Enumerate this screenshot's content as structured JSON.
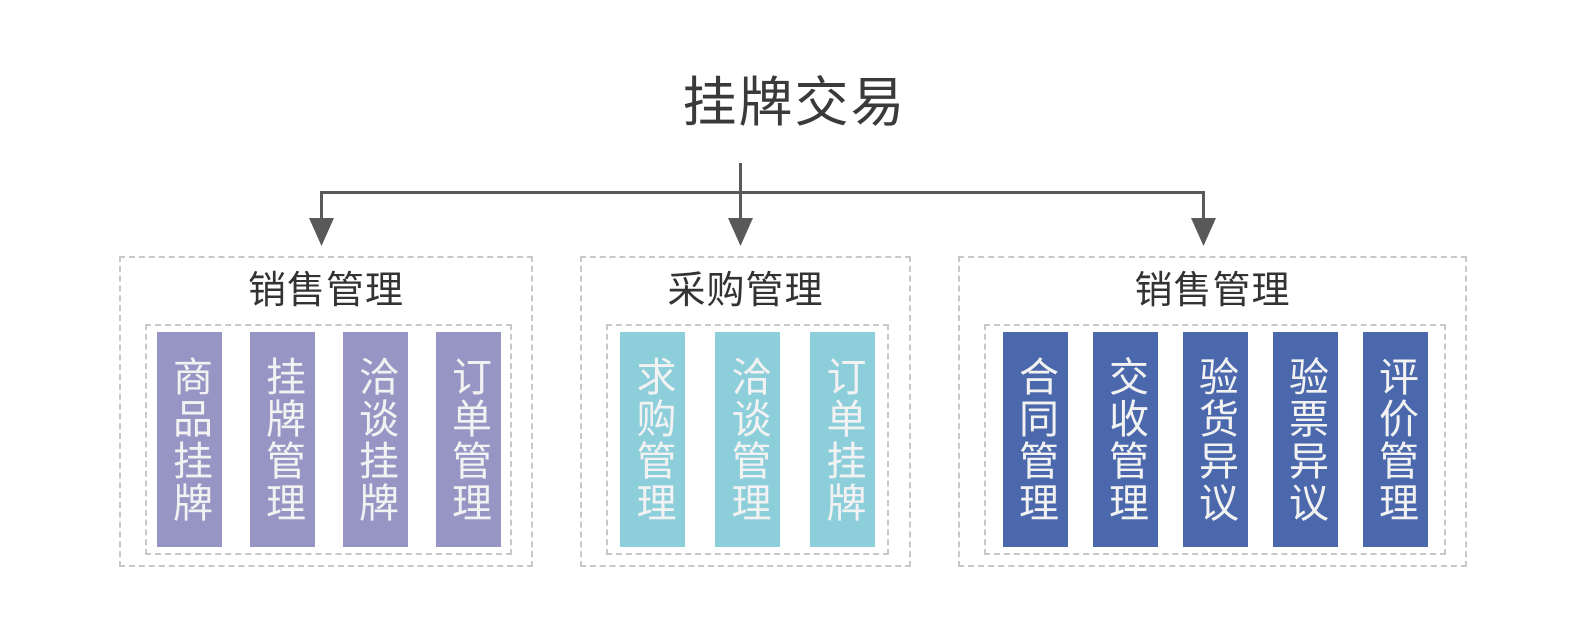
{
  "diagram": {
    "root": {
      "title": "挂牌交易"
    },
    "colors": {
      "root_text": "#3a3a3a",
      "connector": "#595959",
      "dashed_border": "#c8c8c8",
      "group1_bar": "#9795c4",
      "group2_bar": "#8dcedb",
      "group3_bar": "#4a68ab",
      "bar_text": "#f2f2f2"
    },
    "groups": [
      {
        "id": "sales-management-left",
        "title": "销售管理",
        "bar_color": "#9795c4",
        "items": [
          {
            "label": "商品挂牌"
          },
          {
            "label": "挂牌管理"
          },
          {
            "label": "洽谈挂牌"
          },
          {
            "label": "订单管理"
          }
        ]
      },
      {
        "id": "purchase-management",
        "title": "采购管理",
        "bar_color": "#8dcedb",
        "items": [
          {
            "label": "求购管理"
          },
          {
            "label": "洽谈管理"
          },
          {
            "label": "订单挂牌"
          }
        ]
      },
      {
        "id": "sales-management-right",
        "title": "销售管理",
        "bar_color": "#4a68ab",
        "items": [
          {
            "label": "合同管理"
          },
          {
            "label": "交收管理"
          },
          {
            "label": "验货异议"
          },
          {
            "label": "验票异议"
          },
          {
            "label": "评价管理"
          }
        ]
      }
    ]
  }
}
